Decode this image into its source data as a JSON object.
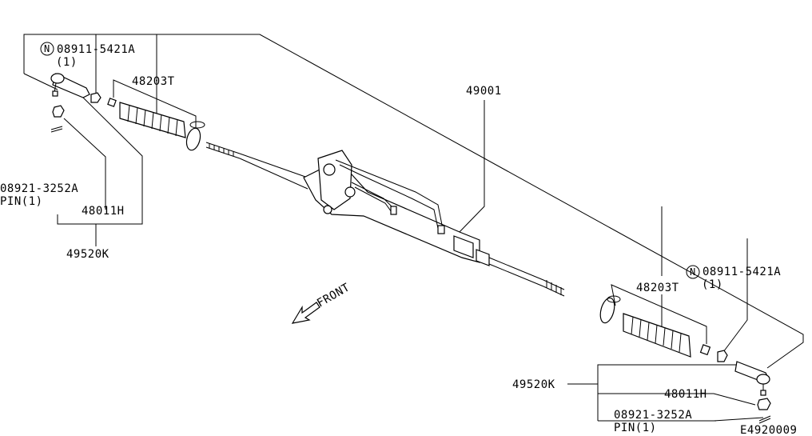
{
  "parts": {
    "nut_left": {
      "badge": "N",
      "number": "08911-5421A",
      "qty": "(1)"
    },
    "boot_left": "48203T",
    "gear_assembly": "49001",
    "pin_left": {
      "number": "08921-3252A",
      "desc": "PIN(1)"
    },
    "socket_left": "48011H",
    "tie_rod_left": "49520K",
    "nut_right": {
      "badge": "N",
      "number": "08911-5421A",
      "qty": "(1)"
    },
    "boot_right": "48203T",
    "tie_rod_right": "49520K",
    "socket_right": "48011H",
    "pin_right": {
      "number": "08921-3252A",
      "desc": "PIN(1)"
    }
  },
  "front_label": "FRONT",
  "diagram_code": "E4920009"
}
